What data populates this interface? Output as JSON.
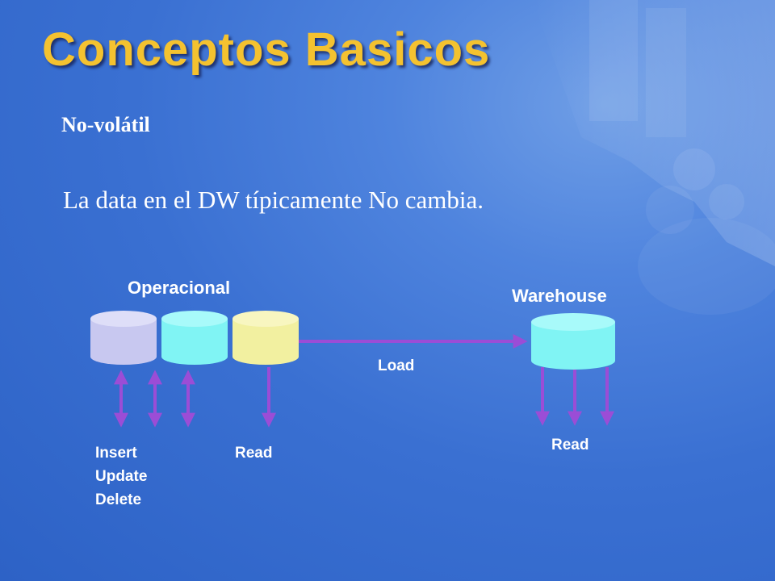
{
  "slide": {
    "title": "Conceptos Basicos",
    "subtitle": "No-volátil",
    "statement": "La data en el DW típicamente No cambia."
  },
  "diagram": {
    "operational_label": "Operacional",
    "warehouse_label": "Warehouse",
    "load_label": "Load",
    "ops_label_lines": [
      "Insert",
      "Update",
      "Delete"
    ],
    "read_label_operational": "Read",
    "read_label_warehouse": "Read",
    "colors": {
      "db1": "#c8c8f0",
      "db2": "#80f4f4",
      "db3": "#f2f0a0",
      "warehouse": "#80f4f4",
      "arrow": "#9b4dd6",
      "title": "#f4c230"
    }
  }
}
